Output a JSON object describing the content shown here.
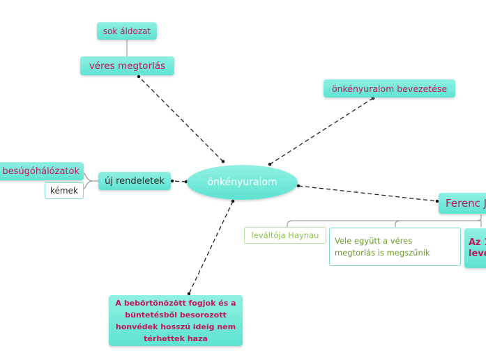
{
  "central": {
    "label": "önkényuralom"
  },
  "nodes": {
    "veres_megtorlas": "véres megtorlás",
    "sok_aldozat": "sok áldozat",
    "onkenyuralom_bevezetese": "önkényuralom bevezetése",
    "uj_rendeletek": "új rendeletek",
    "besugohalozatok": "besúgóhálózatok",
    "kemek": "kémek",
    "ferenc_jozsef": "Ferenc J",
    "levaltoja_haynau": "leváltója Haynau",
    "vele_egyutt": "Vele együtt a véres megtorlás is megszűnik",
    "az_cut": "Az 1 leve",
    "bebortonozott": "A bebörtönözött fogjok és a büntetésből besorozott honvédek hosszú ideig nem térhettek haza"
  },
  "colors": {
    "branch_fill": "#6ee8d6",
    "pink_text": "#c2185b",
    "green_text": "#8bc34a",
    "line": "#222222"
  }
}
